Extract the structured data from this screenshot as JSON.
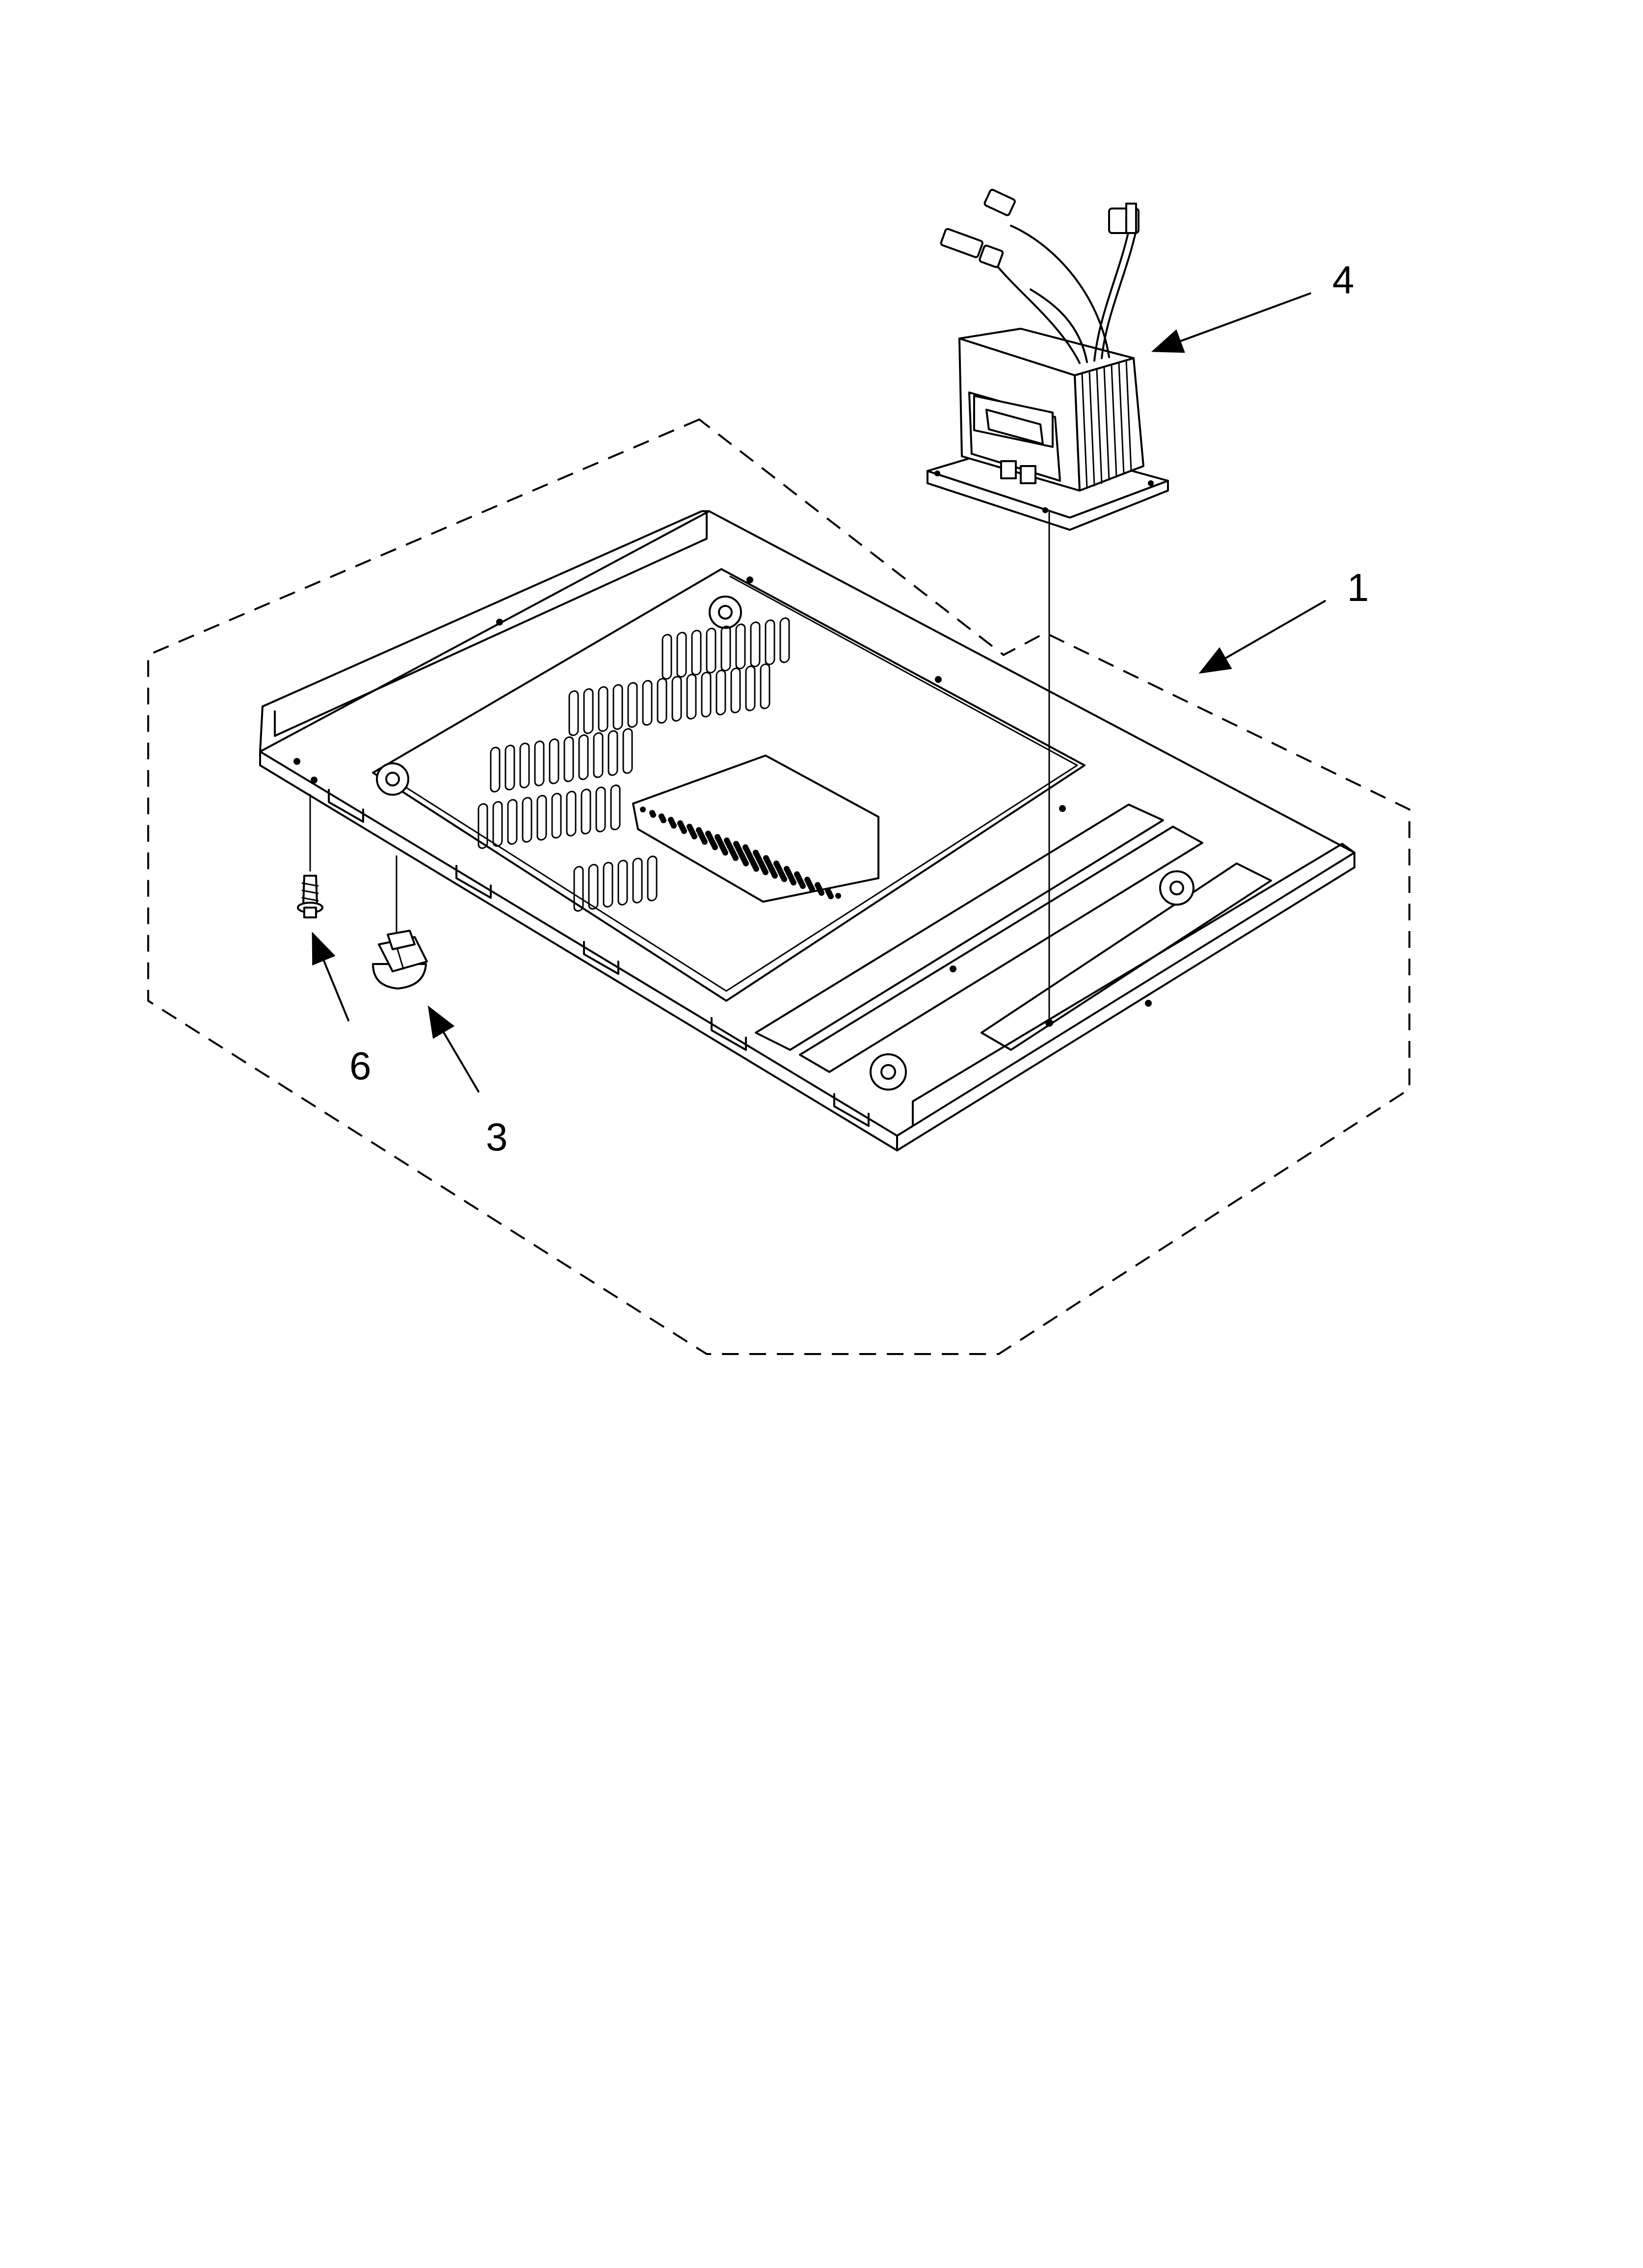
{
  "diagram": {
    "callouts": {
      "transformer": "4",
      "base_assembly": "1",
      "screw": "6",
      "foot": "3"
    }
  }
}
